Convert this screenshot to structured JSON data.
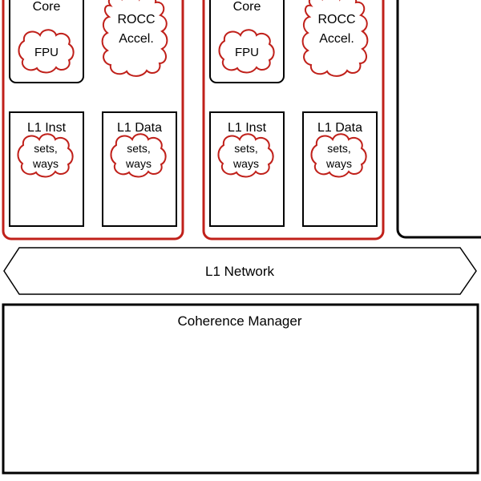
{
  "colors": {
    "tile_border": "#c0201a",
    "cloud_border": "#c0201a",
    "box_border": "#000000",
    "background": "#ffffff"
  },
  "tiles": [
    {
      "core": {
        "label": "Core",
        "fpu": "FPU"
      },
      "accel": {
        "line1": "ROCC",
        "line2": "Accel."
      },
      "l1_inst": {
        "label": "L1 Inst",
        "param1": "sets,",
        "param2": "ways"
      },
      "l1_data": {
        "label": "L1 Data",
        "param1": "sets,",
        "param2": "ways"
      }
    },
    {
      "core": {
        "label": "Core",
        "fpu": "FPU"
      },
      "accel": {
        "line1": "ROCC",
        "line2": "Accel."
      },
      "l1_inst": {
        "label": "L1 Inst",
        "param1": "sets,",
        "param2": "ways"
      },
      "l1_data": {
        "label": "L1 Data",
        "param1": "sets,",
        "param2": "ways"
      }
    }
  ],
  "network": {
    "label": "L1 Network"
  },
  "coherence": {
    "label": "Coherence Manager"
  }
}
